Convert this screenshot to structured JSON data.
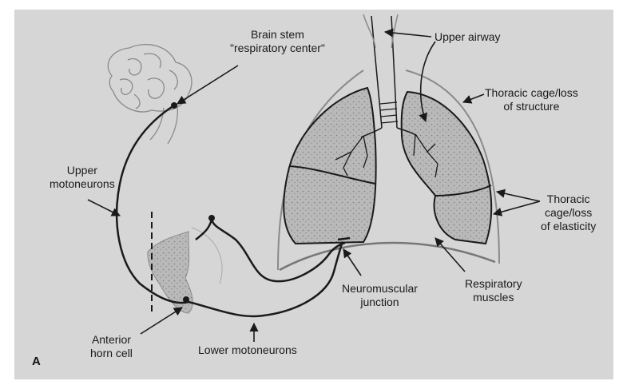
{
  "panel_label": "A",
  "labels": {
    "brain_stem": [
      "Brain stem",
      "\"respiratory center\""
    ],
    "upper_airway": [
      "Upper airway"
    ],
    "thoracic_structure": [
      "Thoracic cage/loss",
      "of structure"
    ],
    "upper_motoneurons": [
      "Upper",
      "motoneurons"
    ],
    "thoracic_elasticity": [
      "Thoracic",
      "cage/loss",
      "of elasticity"
    ],
    "neuromuscular_junction": [
      "Neuromuscular",
      "junction"
    ],
    "respiratory_muscles": [
      "Respiratory",
      "muscles"
    ],
    "anterior_horn_cell": [
      "Anterior",
      "horn cell"
    ],
    "lower_motoneurons": [
      "Lower motoneurons"
    ]
  }
}
